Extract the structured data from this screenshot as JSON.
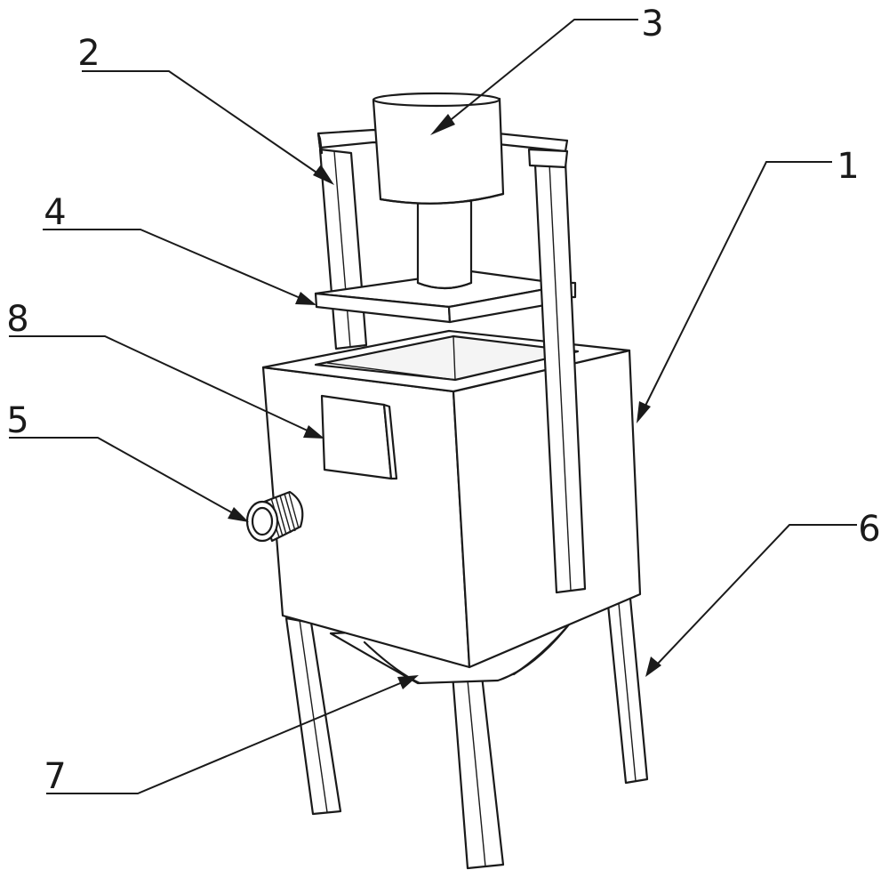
{
  "callouts": [
    {
      "key": "c1",
      "label": "1"
    },
    {
      "key": "c2",
      "label": "2"
    },
    {
      "key": "c3",
      "label": "3"
    },
    {
      "key": "c4",
      "label": "4"
    },
    {
      "key": "c5",
      "label": "5"
    },
    {
      "key": "c6",
      "label": "6"
    },
    {
      "key": "c7",
      "label": "7"
    },
    {
      "key": "c8",
      "label": "8"
    }
  ],
  "colors": {
    "line": "#1a1a1a",
    "background": "#ffffff"
  }
}
